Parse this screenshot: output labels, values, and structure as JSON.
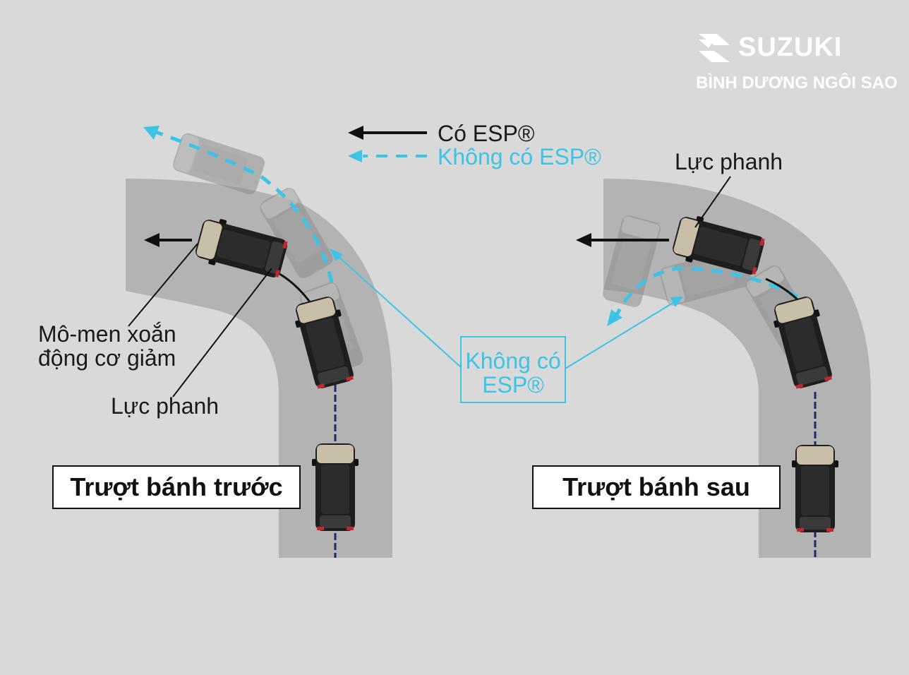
{
  "legend": {
    "with_esp": "Có ESP®",
    "without_esp": "Không có ESP®"
  },
  "left_panel": {
    "title": "Trượt bánh trước",
    "torque_line1": "Mô-men xoắn",
    "torque_line2": "động cơ giảm",
    "brake_label": "Lực phanh"
  },
  "right_panel": {
    "title": "Trượt bánh sau",
    "brake_label": "Lực phanh"
  },
  "center_callout": {
    "line1": "Không có",
    "line2": "ESP®"
  },
  "brand": {
    "name": "SUZUKI",
    "dealer": "BÌNH DƯƠNG NGÔI SAO"
  },
  "colors": {
    "background": "#d9d9d9",
    "road": "#b3b3b3",
    "with_esp_line": "#111111",
    "without_esp_line": "#3cc3e6",
    "car_body": "#222222",
    "car_roof": "#c9bfa8"
  }
}
